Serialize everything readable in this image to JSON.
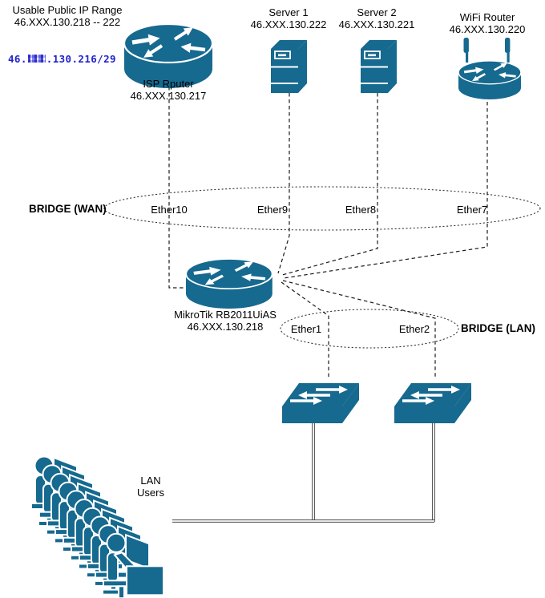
{
  "diagram": {
    "ip_range": {
      "title": "Usable Public IP Range",
      "value": "46.XXX.130.218 -- 222"
    },
    "subnet": {
      "prefix": "46.",
      "suffix": ".130.216/29",
      "redacted_octet": true
    },
    "devices": {
      "isp": {
        "name": "ISP Rputer",
        "ip": "46.XXX.130.217"
      },
      "server1": {
        "name": "Server 1",
        "ip": "46.XXX.130.222"
      },
      "server2": {
        "name": "Server 2",
        "ip": "46.XXX.130.221"
      },
      "wifi": {
        "name": "WiFi Router",
        "ip": "46.XXX.130.220"
      },
      "mikrotik": {
        "name": "MikroTik RB2011UiAS",
        "ip": "46.XXX.130.218"
      }
    },
    "bridges": {
      "wan": {
        "label": "BRIDGE (WAN)",
        "ports": [
          "Ether10",
          "Ether9",
          "Ether8",
          "Ether7"
        ]
      },
      "lan": {
        "label": "BRIDGE (LAN)",
        "ports": [
          "Ether1",
          "Ether2"
        ]
      }
    },
    "lan_users": {
      "line1": "LAN",
      "line2": "Users"
    },
    "icons": [
      "cisco-router-icon",
      "server-tower-icon",
      "wifi-router-icon",
      "ethernet-switch-icon",
      "lan-users-icon"
    ],
    "colors": {
      "device": "#16698f",
      "line": "#1a1a1a",
      "subnet_text": "#2222cc",
      "cable": "#4a4a4a",
      "background": "#ffffff"
    }
  }
}
